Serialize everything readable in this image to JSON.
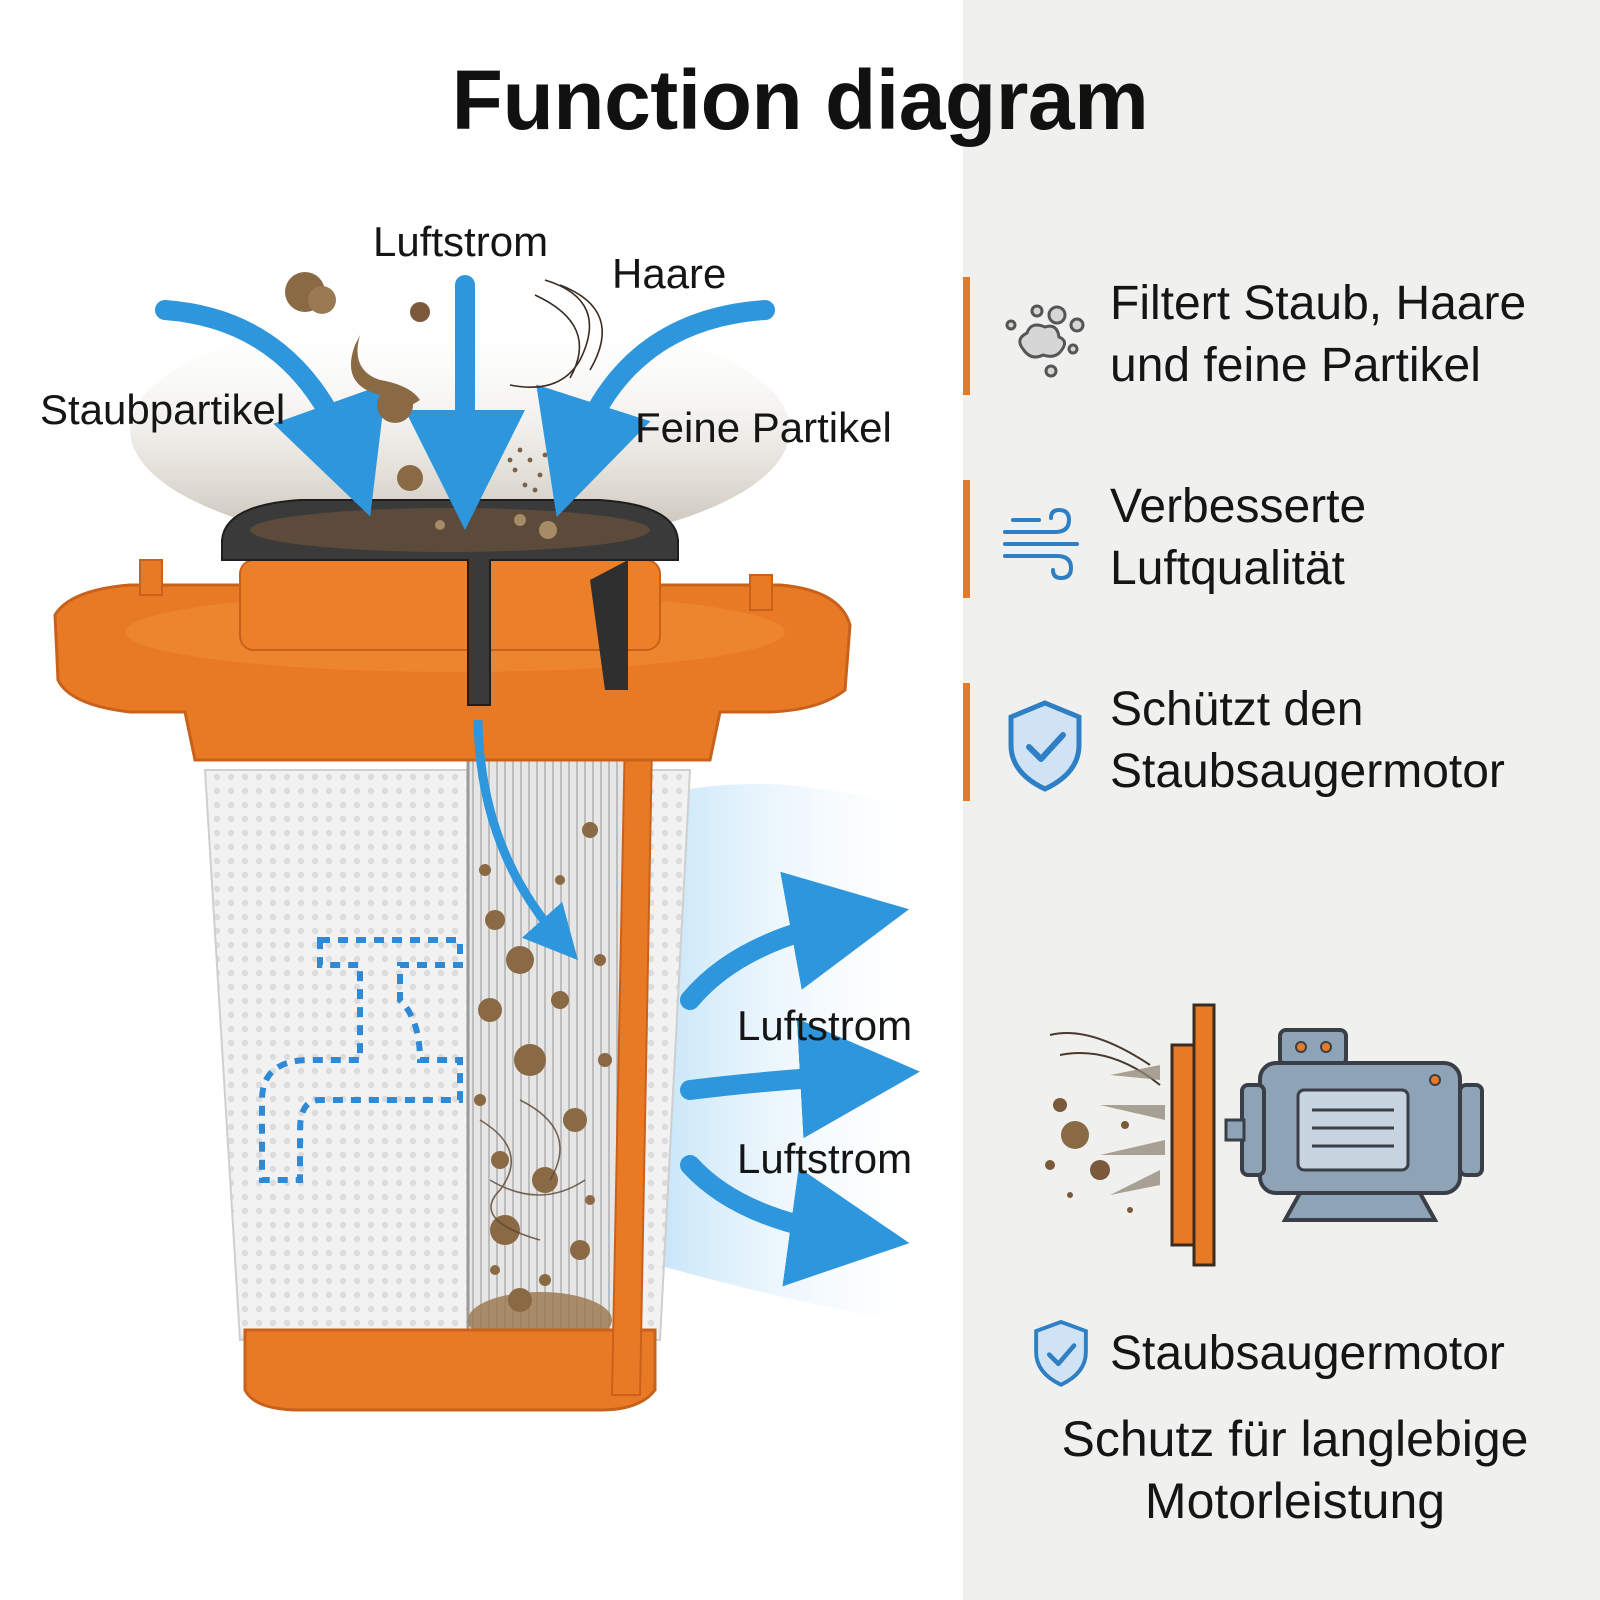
{
  "title": "Function diagram",
  "inflow_labels": {
    "airflow": "Luftstrom",
    "hair": "Haare",
    "dust_particles": "Staubpartikel",
    "fine_particles": "Feine Partikel"
  },
  "outflow_labels": [
    "Luftstrom",
    "Luftstrom"
  ],
  "benefits": [
    {
      "icon": "dust-particles-icon",
      "lines": [
        "Filtert Staub, Haare",
        "und feine Partikel"
      ]
    },
    {
      "icon": "wind-icon",
      "lines": [
        "Verbesserte",
        "Luftqualität"
      ]
    },
    {
      "icon": "shield-check-icon",
      "lines": [
        "Schützt den",
        "Staubsaugermotor"
      ]
    }
  ],
  "motor_protection": {
    "title": "Staubsaugermotor",
    "subtitle_lines": [
      "Schutz für langlebige",
      "Motorleistung"
    ]
  },
  "colors": {
    "accent_orange": "#e97a25",
    "flow_blue": "#2e96dc",
    "icon_blue": "#2f7fc4",
    "dust_brown": "#7a5a3a",
    "panel_gray": "#f0f0ef"
  }
}
